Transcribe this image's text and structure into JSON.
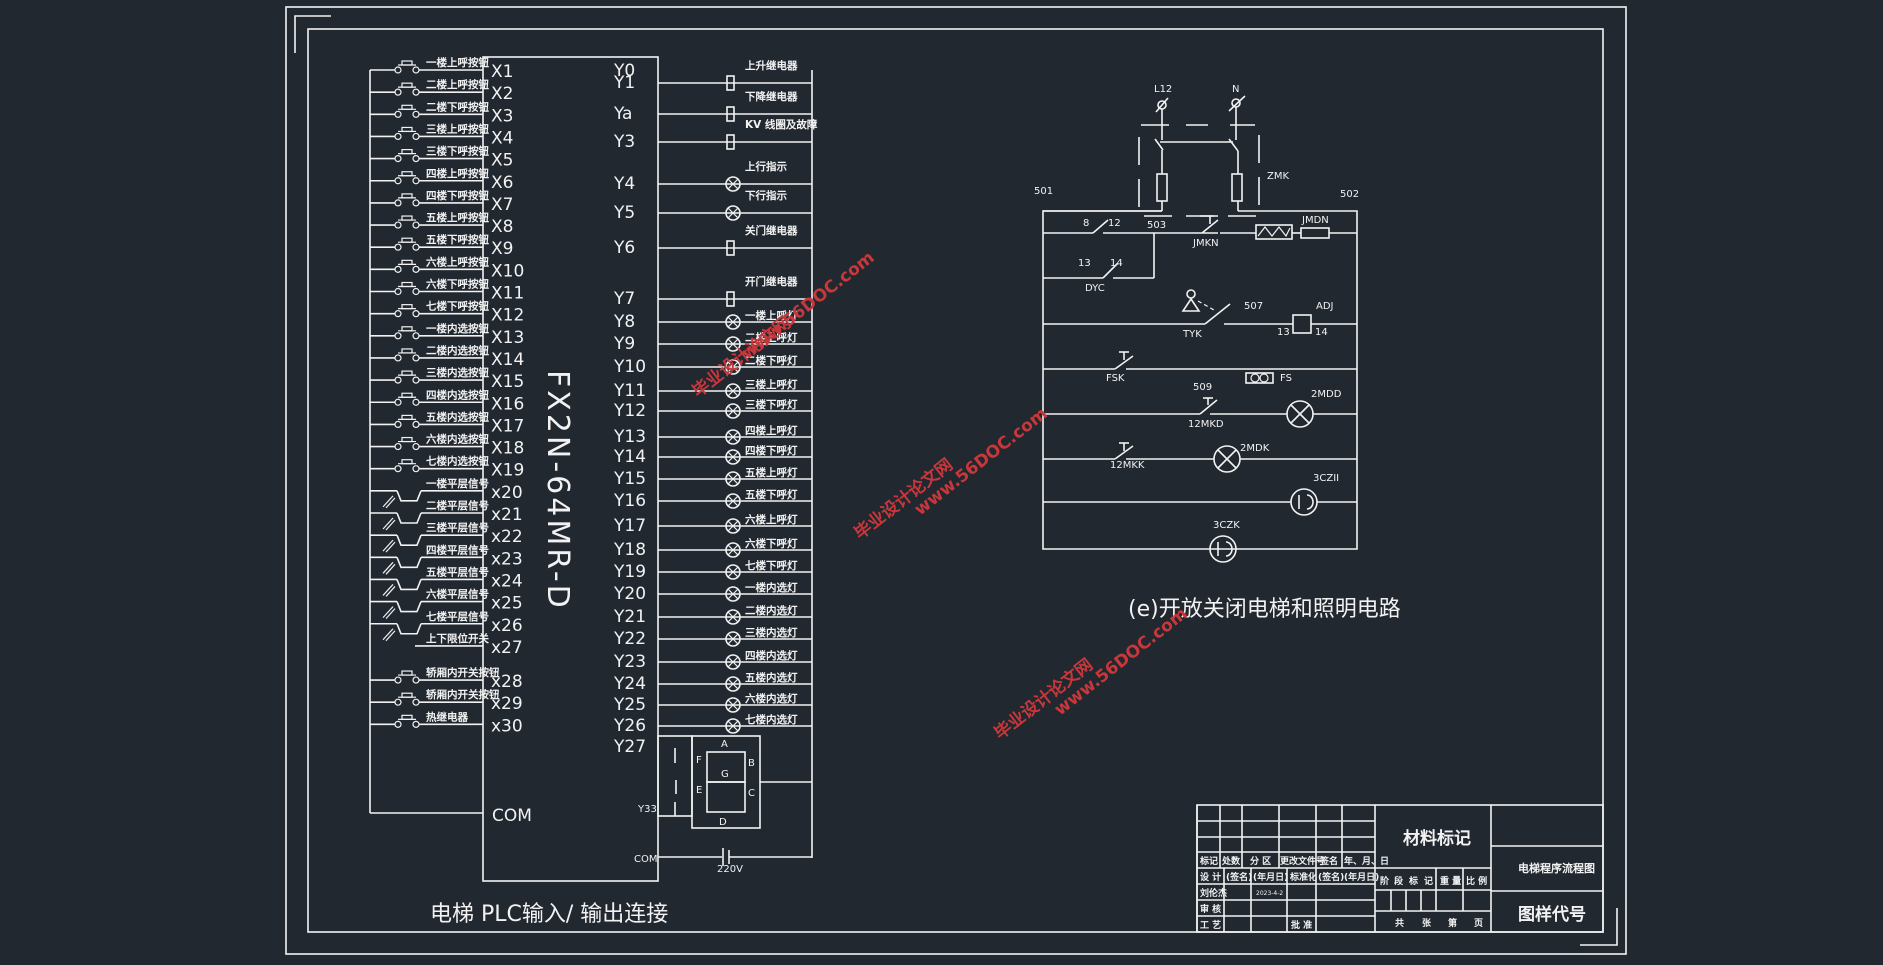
{
  "drawing": {
    "left_title": "电梯   PLC输入/ 输出连接",
    "right_title": "(e)开放关闭电梯和照明电路",
    "plc_model": "FX2N-64MR-D",
    "plc_com_label": "COM",
    "output_com_label": "COM",
    "supply_voltage": "220V",
    "seg_display_pin": "Y33"
  },
  "inputs": [
    {
      "pin": "X1",
      "label": "一楼上呼按钮",
      "type": "button"
    },
    {
      "pin": "X2",
      "label": "二楼上呼按钮",
      "type": "button"
    },
    {
      "pin": "X3",
      "label": "二楼下呼按钮",
      "type": "button"
    },
    {
      "pin": "X4",
      "label": "三楼上呼按钮",
      "type": "button"
    },
    {
      "pin": "X5",
      "label": "三楼下呼按钮",
      "type": "button"
    },
    {
      "pin": "X6",
      "label": "四楼上呼按钮",
      "type": "button"
    },
    {
      "pin": "X7",
      "label": "四楼下呼按钮",
      "type": "button"
    },
    {
      "pin": "X8",
      "label": "五楼上呼按钮",
      "type": "button"
    },
    {
      "pin": "X9",
      "label": "五楼下呼按钮",
      "type": "button"
    },
    {
      "pin": "X10",
      "label": "六楼上呼按钮",
      "type": "button"
    },
    {
      "pin": "X11",
      "label": "六楼下呼按钮",
      "type": "button"
    },
    {
      "pin": "X12",
      "label": "七楼下呼按钮",
      "type": "button"
    },
    {
      "pin": "X13",
      "label": "一楼内选按钮",
      "type": "button"
    },
    {
      "pin": "X14",
      "label": "二楼内选按钮",
      "type": "button"
    },
    {
      "pin": "X15",
      "label": "三楼内选按钮",
      "type": "button"
    },
    {
      "pin": "X16",
      "label": "四楼内选按钮",
      "type": "button"
    },
    {
      "pin": "X17",
      "label": "五楼内选按钮",
      "type": "button"
    },
    {
      "pin": "X18",
      "label": "六楼内选按钮",
      "type": "button"
    },
    {
      "pin": "X19",
      "label": "七楼内选按钮",
      "type": "button"
    },
    {
      "pin": "x20",
      "label": "一楼平层信号",
      "type": "sensor"
    },
    {
      "pin": "x21",
      "label": "二楼平层信号",
      "type": "sensor"
    },
    {
      "pin": "x22",
      "label": "三楼平层信号",
      "type": "sensor"
    },
    {
      "pin": "x23",
      "label": "四楼平层信号",
      "type": "sensor"
    },
    {
      "pin": "x24",
      "label": "五楼平层信号",
      "type": "sensor"
    },
    {
      "pin": "x25",
      "label": "六楼平层信号",
      "type": "sensor"
    },
    {
      "pin": "x26",
      "label": "七楼平层信号",
      "type": "sensor"
    },
    {
      "pin": "x27",
      "label": "上下限位开关",
      "type": "limit"
    },
    {
      "pin": "x28",
      "label": "轿厢内开关按钮",
      "type": "button"
    },
    {
      "pin": "x29",
      "label": "轿厢内开关按钮",
      "type": "button"
    },
    {
      "pin": "x30",
      "label": "热继电器",
      "type": "button"
    }
  ],
  "outputs": [
    {
      "pin": "Y0",
      "label": "",
      "type": "none"
    },
    {
      "pin": "Y1",
      "label": "上升继电器",
      "type": "relay"
    },
    {
      "pin": "Ya",
      "label": "下降继电器",
      "type": "relay"
    },
    {
      "pin": "Y3",
      "label": "KV 线圈及故障",
      "type": "relay"
    },
    {
      "pin": "Y4",
      "label": "上行指示",
      "type": "lamp"
    },
    {
      "pin": "Y5",
      "label": "下行指示",
      "type": "lamp"
    },
    {
      "pin": "Y6",
      "label": "关门继电器",
      "type": "relay"
    },
    {
      "pin": "Y7",
      "label": "开门继电器",
      "type": "relay"
    },
    {
      "pin": "Y8",
      "label": "一楼上呼灯",
      "type": "lamp"
    },
    {
      "pin": "Y9",
      "label": "二楼上呼灯",
      "type": "lamp"
    },
    {
      "pin": "Y10",
      "label": "二楼下呼灯",
      "type": "lamp"
    },
    {
      "pin": "Y11",
      "label": "三楼上呼灯",
      "type": "lamp"
    },
    {
      "pin": "Y12",
      "label": "三楼下呼灯",
      "type": "lamp"
    },
    {
      "pin": "Y13",
      "label": "四楼上呼灯",
      "type": "lamp"
    },
    {
      "pin": "Y14",
      "label": "四楼下呼灯",
      "type": "lamp"
    },
    {
      "pin": "Y15",
      "label": "五楼上呼灯",
      "type": "lamp"
    },
    {
      "pin": "Y16",
      "label": "五楼下呼灯",
      "type": "lamp"
    },
    {
      "pin": "Y17",
      "label": "六楼上呼灯",
      "type": "lamp"
    },
    {
      "pin": "Y18",
      "label": "六楼下呼灯",
      "type": "lamp"
    },
    {
      "pin": "Y19",
      "label": "七楼下呼灯",
      "type": "lamp"
    },
    {
      "pin": "Y20",
      "label": "一楼内选灯",
      "type": "lamp"
    },
    {
      "pin": "Y21",
      "label": "二楼内选灯",
      "type": "lamp"
    },
    {
      "pin": "Y22",
      "label": "三楼内选灯",
      "type": "lamp"
    },
    {
      "pin": "Y23",
      "label": "四楼内选灯",
      "type": "lamp"
    },
    {
      "pin": "Y24",
      "label": "五楼内选灯",
      "type": "lamp"
    },
    {
      "pin": "Y25",
      "label": "六楼内选灯",
      "type": "lamp"
    },
    {
      "pin": "Y26",
      "label": "七楼内选灯",
      "type": "lamp"
    },
    {
      "pin": "Y27",
      "label": "",
      "type": "none"
    }
  ],
  "seven_segment": {
    "segments": [
      "A",
      "B",
      "C",
      "D",
      "E",
      "F",
      "G"
    ]
  },
  "lighting_circuit": {
    "supply": [
      "L12",
      "N"
    ],
    "breaker": "ZMK",
    "nodes": [
      "501",
      "502",
      "503",
      "507",
      "509"
    ],
    "contact_8_12": [
      "8",
      "12"
    ],
    "contact_13_14": [
      "13",
      "14"
    ],
    "components": {
      "jmkn": "JMKN",
      "jmdn": "JMDN",
      "dyc": "DYC",
      "tyk": "TYK",
      "adj": "ADJ",
      "adj_pins": [
        "13",
        "14"
      ],
      "fsk": "FSK",
      "fs": "FS",
      "mkd": "12MKD",
      "mdd": "2MDD",
      "mkk": "12MKK",
      "mdk": "2MDK",
      "czii": "3CZII",
      "czk": "3CZK"
    }
  },
  "title_block": {
    "material_mark": "材料标记",
    "drawing_name": "电梯程序流程图",
    "drawing_code": "图样代号",
    "rev_headers": [
      "标记",
      "处数",
      "分 区",
      "更改文件号",
      "签名",
      "年、月、日"
    ],
    "sign_rows": [
      [
        "设 计",
        "(签名)",
        "(年月日)",
        "标准化",
        "(签名)",
        "(年月日)"
      ],
      [
        "刘伦杰",
        "",
        "2023-4-2",
        "",
        "",
        ""
      ],
      [
        "审 核",
        "",
        "",
        "",
        "",
        ""
      ],
      [
        "工 艺",
        "",
        "",
        "批 准",
        "",
        ""
      ]
    ],
    "stage_headers": [
      "阶",
      "段",
      "标",
      "记",
      "重 量",
      "比 例"
    ],
    "sheet_footer": [
      "共",
      "张",
      "第",
      "页"
    ]
  },
  "watermark": {
    "line1": "毕业设计论文网",
    "line2": "www.56DOC.com"
  }
}
